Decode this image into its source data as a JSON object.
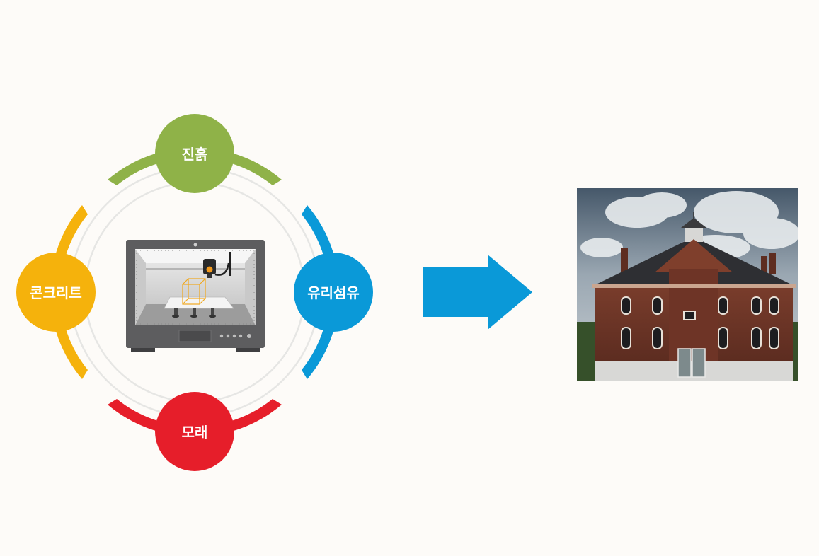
{
  "nodes": {
    "top": {
      "label": "진흙",
      "color": "#8fb248"
    },
    "right": {
      "label": "유리섬유",
      "color": "#0a99d8"
    },
    "bottom": {
      "label": "모래",
      "color": "#e61e2a"
    },
    "left": {
      "label": "콘크리트",
      "color": "#f5b20c"
    }
  },
  "ring_color": "#e6e6e4",
  "arrow_color": "#0a99d8",
  "printer": {
    "icon": "3d-printer-icon"
  },
  "result": {
    "image": "brick-building-photo"
  }
}
